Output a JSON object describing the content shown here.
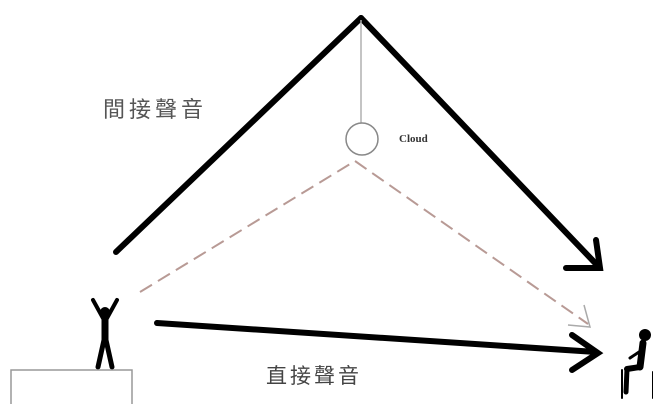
{
  "labels": {
    "indirect_sound": "間接聲音",
    "direct_sound": "直接聲音",
    "cloud": "Cloud"
  },
  "colors": {
    "line": "#000000",
    "dashed_line": "#b89a95",
    "arrowhead_light": "#aaaaaa",
    "ceiling_string": "#b0b0b0",
    "cloud_circle": "#888888",
    "stage_border": "#999999"
  },
  "icons": {
    "speaker": "person-arms-raised-icon",
    "listener": "seated-person-icon",
    "cloud": "circle-icon"
  }
}
